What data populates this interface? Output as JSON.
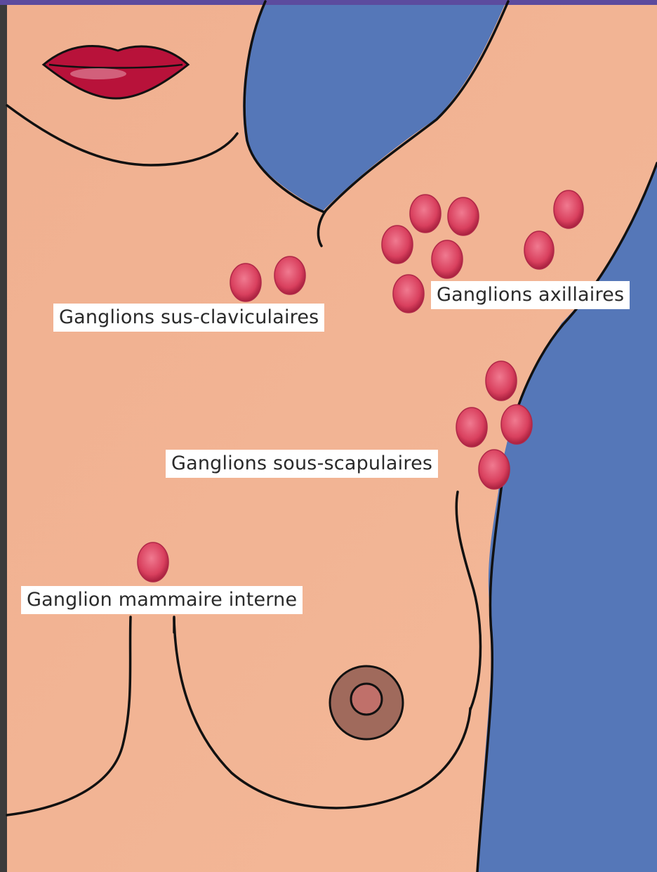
{
  "figure": {
    "labels": {
      "axillary": "Ganglions axillaires",
      "supraclavicular": "Ganglions sus-claviculaires",
      "subscapular": "Ganglions sous-scapulaires",
      "internal_mammary": "Ganglion mammaire interne"
    },
    "colors": {
      "background_blue": "#5577b8",
      "top_bar_purple": "#5c4b9e",
      "skin": "#f2b393",
      "outline": "#111111",
      "lymph_node": "#d9405e",
      "lips": "#b8123a",
      "areola": "#a06a5c",
      "nipple": "#c0706a"
    }
  }
}
